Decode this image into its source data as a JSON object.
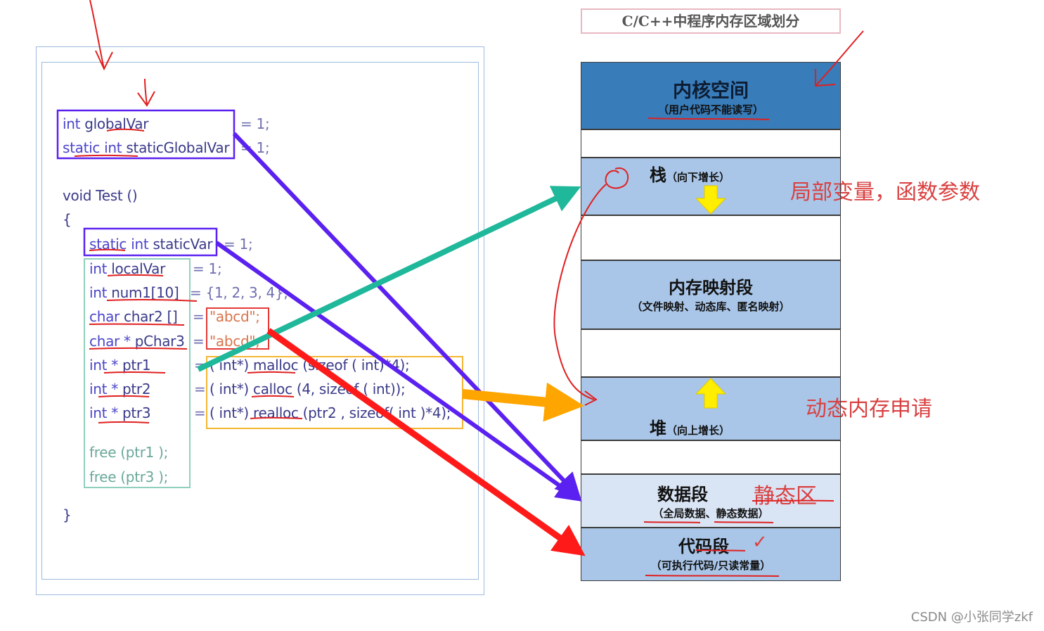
{
  "diagram_title": "C/C++中程序内存区域划分",
  "code": {
    "line_global": {
      "type": "int",
      "name": "globalVar",
      "rhs": "= 1;"
    },
    "line_static_global": {
      "kw": "static int",
      "name": "staticGlobalVar",
      "rhs": "= 1;"
    },
    "line_void": "void Test ()",
    "open_brace": "{",
    "line_static_var": {
      "kw": "static",
      "type": "int",
      "name": "staticVar",
      "rhs": "= 1;"
    },
    "line_local": {
      "type": "int",
      "name": "localVar",
      "rhs": "= 1;"
    },
    "line_num1": {
      "type": "int",
      "name": "num1[10]",
      "rhs": "= {1, 2, 3, 4};"
    },
    "line_char2": {
      "type": "char",
      "name": "char2 []",
      "eq": "=",
      "str": "\"abcd\";"
    },
    "line_pchar3": {
      "type": "char *",
      "name": "pChar3",
      "eq": "=",
      "str": "\"abcd\";"
    },
    "line_ptr1": {
      "type": "int *",
      "name": "ptr1",
      "eq": "=",
      "rhs": "( int*) malloc (sizeof ( int)*4);"
    },
    "line_ptr2": {
      "type": "int *",
      "name": "ptr2",
      "eq": "=",
      "rhs": "( int*) calloc (4, sizeof ( int));"
    },
    "line_ptr3": {
      "type": "int *",
      "name": "ptr3",
      "eq": "=",
      "rhs": "( int*) realloc (ptr2 , sizeof( int )*4);"
    },
    "line_free1": "free (ptr1 );",
    "line_free3": "free (ptr3 );",
    "close_brace": "}"
  },
  "segments": [
    {
      "id": "kernel",
      "title": "内核空间",
      "subtitle": "（用户代码不能读写）",
      "fill": "#2e75b6"
    },
    {
      "id": "stack",
      "title": "栈",
      "subtitle": "（向下增长）",
      "fill": "#a9c6e8"
    },
    {
      "id": "mmap",
      "title": "内存映射段",
      "subtitle": "（文件映射、动态库、匿名映射）",
      "fill": "#a9c6e8"
    },
    {
      "id": "heap",
      "title": "堆",
      "subtitle": "（向上增长）",
      "fill": "#a9c6e8"
    },
    {
      "id": "data",
      "title": "数据段",
      "subtitle": "（全局数据、静态数据）",
      "fill": "#d9e4f4"
    },
    {
      "id": "code",
      "title": "代码段",
      "subtitle": "（可执行代码/只读常量）",
      "fill": "#a9c6e8"
    }
  ],
  "annotations": {
    "stack_note": "局部变量，函数参数",
    "heap_note": "动态内存申请",
    "data_note": "静态区",
    "check_mark": "✓"
  },
  "watermark": "CSDN @小张同学zkf",
  "colors": {
    "purple": "#5b21f0",
    "teal": "#1fb89a",
    "orange": "#ffa500",
    "red": "#ff1a1a",
    "ink": "#e02020"
  }
}
